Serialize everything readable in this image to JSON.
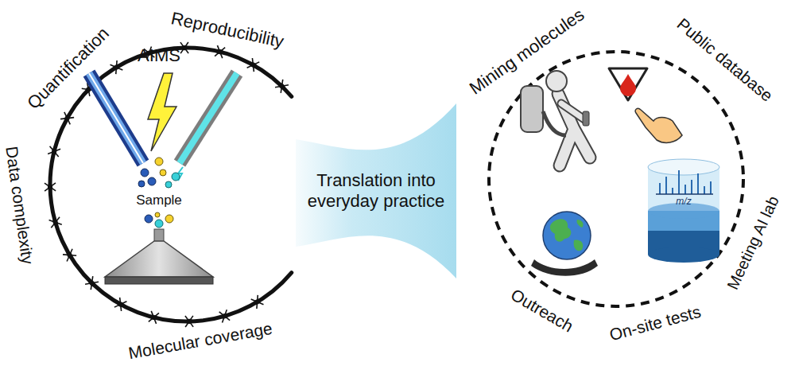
{
  "diagram": {
    "nodes": [
      {
        "text": [
          "Translation into everyday practice"
        ]
      }
    ],
    "labels": [
      "Quantification",
      "Reproducibility",
      "Data complexity",
      "Molecular coverage",
      "AIMS",
      "Sample",
      "Mining molecules",
      "Public database",
      "Meeting AI lab",
      "On-site tests",
      "Outreach",
      "m/z"
    ]
  }
}
